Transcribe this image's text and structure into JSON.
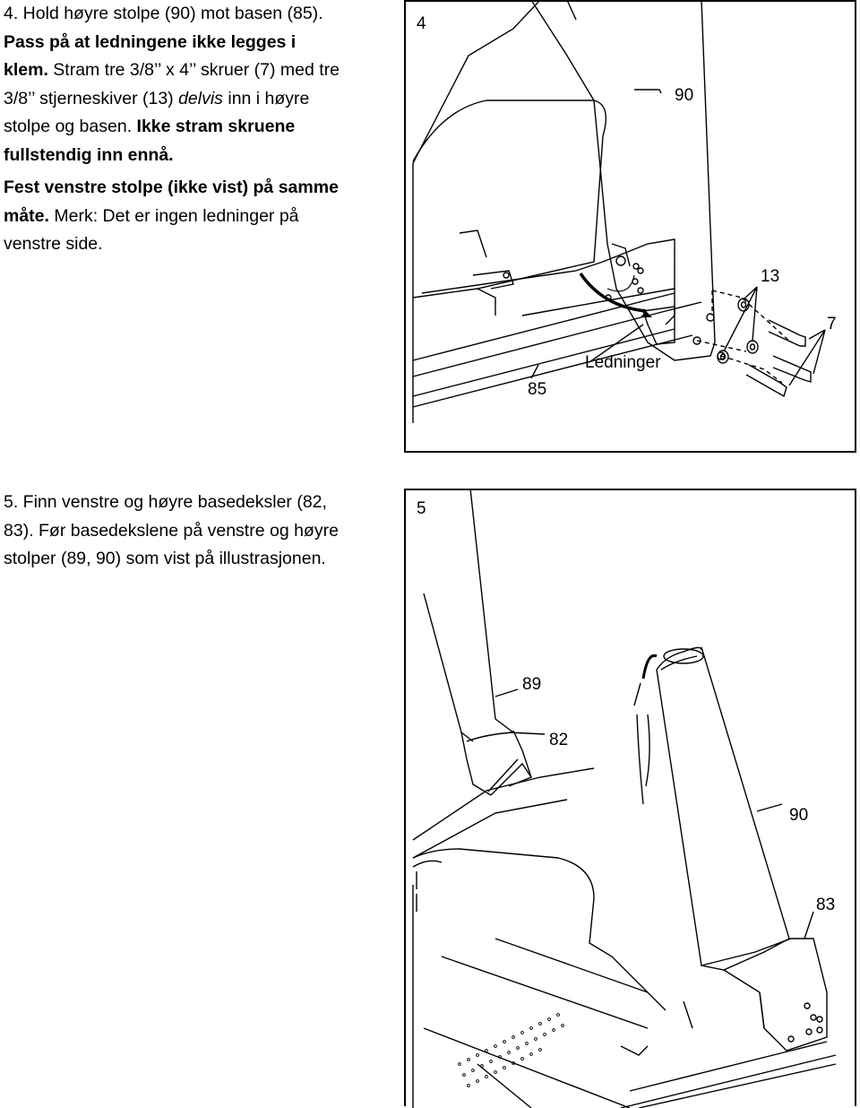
{
  "step4": {
    "lines": {
      "l1": "4. Hold høyre stolpe (90) mot basen (85).",
      "l2": "Pass på at ledningene ikke legges i",
      "l3_bold": "klem.",
      "l3_rest": " Stram tre 3/8’’ x 4’’ skruer (7) med tre",
      "l4_a": "3/8’’ stjerneskiver (13) ",
      "l4_italic": "delvis",
      "l4_b": " inn i høyre",
      "l5_a": "stolpe og basen. ",
      "l5_bold": "Ikke stram skruene",
      "l6": "fullstendig inn ennå."
    },
    "extra": {
      "l1": "Fest venstre stolpe (ikke vist) på samme",
      "l2_bold": "måte.",
      "l2_rest": " Merk: Det er ingen ledninger på",
      "l3": "venstre side."
    },
    "figure": {
      "number": "4",
      "callouts": {
        "c90": "90",
        "c13": "13",
        "c7": "7",
        "c85": "85",
        "wires": "Ledninger"
      }
    }
  },
  "step5": {
    "lines": {
      "l1": "5. Finn venstre og høyre basedeksler (82,",
      "l2": "83). Før basedekslene på venstre og høyre",
      "l3": "stolper (89, 90) som vist på illustrasjonen."
    },
    "figure": {
      "number": "5",
      "callouts": {
        "c89": "89",
        "c82": "82",
        "c90": "90",
        "c83": "83"
      }
    }
  }
}
